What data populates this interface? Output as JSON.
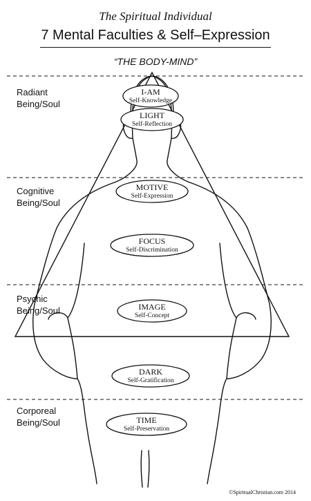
{
  "header": {
    "title": "The Spiritual Individual",
    "heading": "7 Mental Faculties & Self–Expression",
    "subtitle": "“THE BODY-MIND”"
  },
  "bands": [
    {
      "line1": "Radiant",
      "line2": "Being/Soul"
    },
    {
      "line1": "Cognitive",
      "line2": "Being/Soul"
    },
    {
      "line1": "Psychic",
      "line2": "Being/Soul"
    },
    {
      "line1": "Corporeal",
      "line2": "Being/Soul"
    }
  ],
  "faculties": [
    {
      "name": "I-AM",
      "sub": "Self-Knowledge"
    },
    {
      "name": "LIGHT",
      "sub": "Self-Reflection"
    },
    {
      "name": "MOTIVE",
      "sub": "Self-Expression"
    },
    {
      "name": "FOCUS",
      "sub": "Self-Discrimination"
    },
    {
      "name": "IMAGE",
      "sub": "Self-Concept"
    },
    {
      "name": "DARK",
      "sub": "Self-Gratification"
    },
    {
      "name": "TIME",
      "sub": "Self-Preservation"
    }
  ],
  "footer": {
    "copyright": "©SpiritualChristian.com 2014"
  }
}
